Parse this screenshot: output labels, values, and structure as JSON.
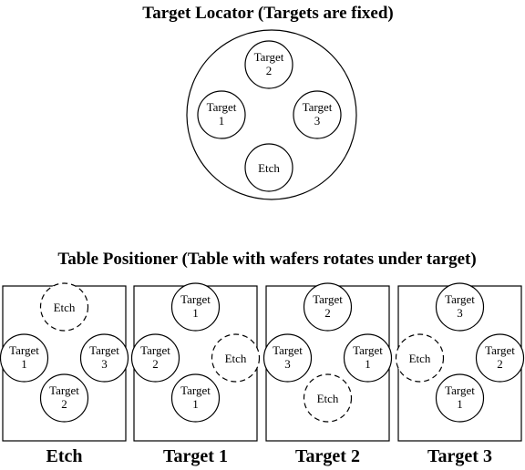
{
  "locator": {
    "title": "Target Locator (Targets are fixed)",
    "slots": [
      {
        "id": "t2",
        "lines": [
          "Target",
          "2"
        ],
        "style": "solid"
      },
      {
        "id": "t1",
        "lines": [
          "Target",
          "1"
        ],
        "style": "solid"
      },
      {
        "id": "t3",
        "lines": [
          "Target",
          "3"
        ],
        "style": "solid"
      },
      {
        "id": "etch",
        "lines": [
          "Etch"
        ],
        "style": "solid"
      }
    ]
  },
  "positioner": {
    "title": "Table Positioner (Table with wafers rotates under target)",
    "panels": [
      {
        "caption": "Etch",
        "slots": [
          {
            "pos": "top",
            "lines": [
              "Etch"
            ],
            "style": "dashed"
          },
          {
            "pos": "left",
            "lines": [
              "Target",
              "1"
            ],
            "style": "solid"
          },
          {
            "pos": "right",
            "lines": [
              "Target",
              "3"
            ],
            "style": "solid"
          },
          {
            "pos": "bottom",
            "lines": [
              "Target",
              "2"
            ],
            "style": "solid"
          }
        ]
      },
      {
        "caption": "Target 1",
        "slots": [
          {
            "pos": "top",
            "lines": [
              "Target",
              "1"
            ],
            "style": "solid"
          },
          {
            "pos": "left",
            "lines": [
              "Target",
              "2"
            ],
            "style": "solid"
          },
          {
            "pos": "right",
            "lines": [
              "Etch"
            ],
            "style": "dashed"
          },
          {
            "pos": "bottom",
            "lines": [
              "Target",
              "1"
            ],
            "style": "solid"
          }
        ]
      },
      {
        "caption": "Target 2",
        "slots": [
          {
            "pos": "top",
            "lines": [
              "Target",
              "2"
            ],
            "style": "solid"
          },
          {
            "pos": "left",
            "lines": [
              "Target",
              "3"
            ],
            "style": "solid"
          },
          {
            "pos": "right",
            "lines": [
              "Target",
              "1"
            ],
            "style": "solid"
          },
          {
            "pos": "bottom",
            "lines": [
              "Etch"
            ],
            "style": "dashed"
          }
        ]
      },
      {
        "caption": "Target 3",
        "slots": [
          {
            "pos": "top",
            "lines": [
              "Target",
              "3"
            ],
            "style": "solid"
          },
          {
            "pos": "left",
            "lines": [
              "Etch"
            ],
            "style": "dashed"
          },
          {
            "pos": "right",
            "lines": [
              "Target",
              "2"
            ],
            "style": "solid"
          },
          {
            "pos": "bottom",
            "lines": [
              "Target",
              "1"
            ],
            "style": "solid"
          }
        ]
      }
    ]
  }
}
